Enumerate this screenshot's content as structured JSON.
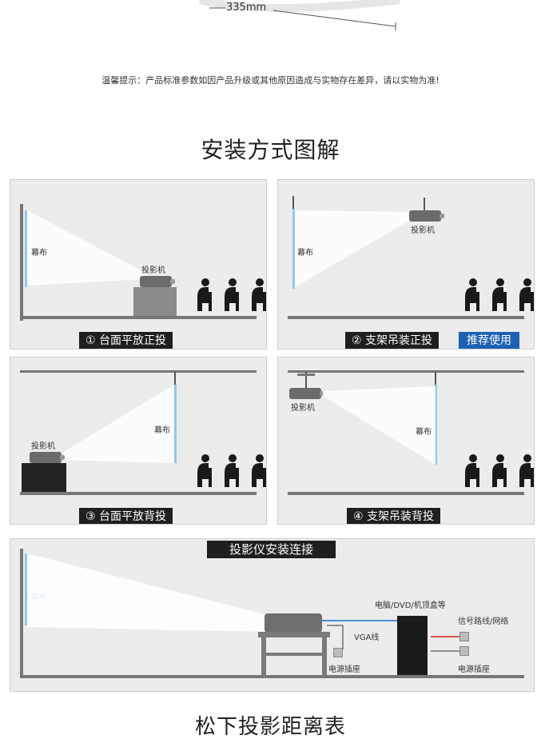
{
  "dimension": {
    "label": "335mm"
  },
  "notice": "温馨提示：产品标准参数如因产品升级或其他原因造成与实物存在差异，请以实物为准!",
  "section_title": "安装方式图解",
  "panels": [
    {
      "screen_label": "幕布",
      "projector_label": "投影机",
      "caption": "① 台面平放正投"
    },
    {
      "screen_label": "幕布",
      "projector_label": "投影机",
      "caption": "② 支架吊装正投",
      "badge": "推荐使用"
    },
    {
      "screen_label": "幕布",
      "projector_label": "投影机",
      "caption": "③ 台面平放背投"
    },
    {
      "screen_label": "幕布",
      "projector_label": "投影机",
      "caption": "④ 支架吊装背投"
    }
  ],
  "connection": {
    "title": "投影仪安装连接",
    "screen_label": "幕布",
    "computer_label": "电脑/DVD/机顶盒等",
    "vga_label": "VGA线",
    "signal_label": "信号路线/网络",
    "power_label_left": "电源插座",
    "power_label_right": "电源插座"
  },
  "bottom_title": "松下投影距离表",
  "colors": {
    "screen": "#8fc8f0",
    "badge": "#1c61b5",
    "caption_bg": "#1f1f1f"
  }
}
